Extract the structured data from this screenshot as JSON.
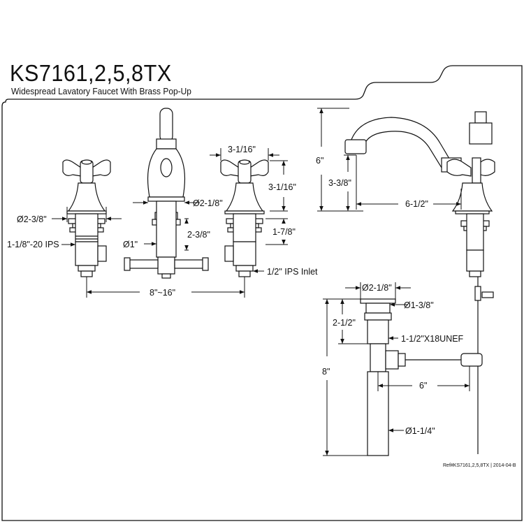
{
  "header": {
    "model": "KS7161,2,5,8TX",
    "description": "Widespread Lavatory Faucet With Brass Pop-Up"
  },
  "dimensions": {
    "d_2_3_8_dia": "Ø2-3/8\"",
    "d_1_1_8_20_ips": "1-1/8\"-20 IPS",
    "d_1_dia": "Ø1\"",
    "d_2_1_8_dia_spout": "Ø2-1/8\"",
    "d_2_3_8": "2-3/8\"",
    "d_3_1_16_width": "3-1/16\"",
    "d_3_1_16_height": "3-1/16\"",
    "d_1_7_8": "1-7/8\"",
    "d_half_ips_inlet": "1/2\" IPS Inlet",
    "d_8_16": "8\"~16\"",
    "d_6_height": "6\"",
    "d_3_3_8": "3-3/8\"",
    "d_6_1_2": "6-1/2\"",
    "d_2_1_8_dia_popup": "Ø2-1/8\"",
    "d_1_3_8_dia": "Ø1-3/8\"",
    "d_2_1_2": "2-1/2\"",
    "d_thread": "1-1/2\"X18UNEF",
    "d_8_height": "8\"",
    "d_6_rod": "6\"",
    "d_1_1_4_dia": "Ø1-1/4\""
  },
  "footer": {
    "reference": "Ref#KS7161,2,5,8TX | 2014-04-B"
  }
}
